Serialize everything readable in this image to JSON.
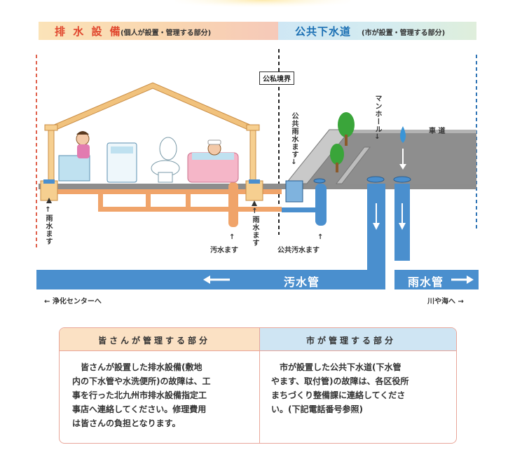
{
  "header": {
    "left_title": "排 水 設 備",
    "left_sub": "(個人が設置・管理する部分)",
    "right_title": "公共下水道",
    "right_sub": "(市が設置・管理する部分)"
  },
  "diagram": {
    "boundary": "公私境界",
    "rain_basin_left": "↑雨水ます",
    "rain_basin_mid": "↑雨水ます",
    "sewage_basin": "↑",
    "sewage_basin_label": "汚水ます",
    "public_sewage_basin_arrow": "↑",
    "public_sewage_basin": "公共汚水ます",
    "public_rain_basin": "公共雨水ます↓",
    "manhole": "マンホール↓",
    "road": "車 道",
    "sewage_pipe": "汚水管",
    "rain_pipe": "雨水管",
    "to_center": "← 浄化センターへ",
    "to_river": "川や海へ →"
  },
  "table": {
    "left_header": "皆さんが管理する部分",
    "right_header": "市が管理する部分",
    "left_body": [
      "　皆さんが設置した排水設備(敷地",
      "内の下水管や水洗便所)の故障は、工",
      "事を行った北九州市排水設備指定工",
      "事店へ連絡してください。修理費用",
      "は皆さんの負担となります。"
    ],
    "right_body": [
      "　市が設置した公共下水道(下水管",
      "やます、取付管)の故障は、各区役所",
      "まちづくり整備課に連絡してくださ",
      "い。(下記電話番号参照)"
    ]
  },
  "colors": {
    "sewage_pipe": "#4a8fce",
    "private_pipe": "#f0a46a",
    "road": "#8c8c8c",
    "accent_red": "#e0462d",
    "accent_blue": "#1a6fb3"
  }
}
